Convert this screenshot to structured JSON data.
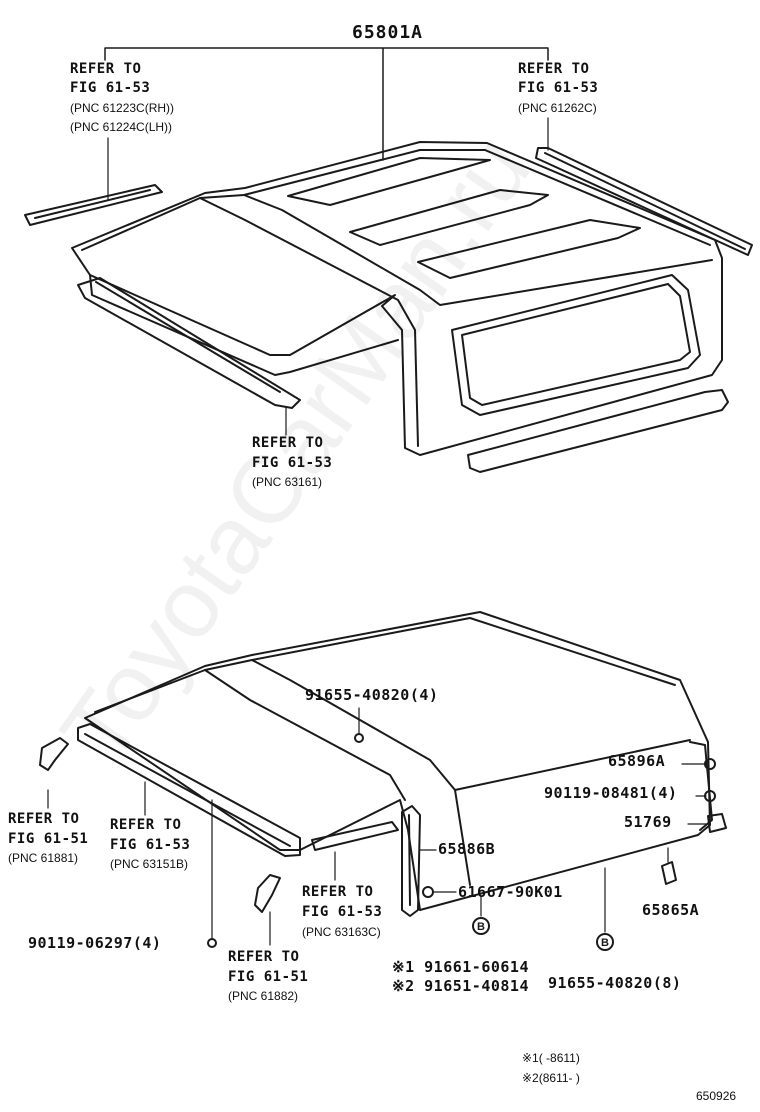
{
  "main_part": "65801A",
  "watermark": "ToyotaCarMan.ru",
  "refs_top": {
    "left": {
      "l1": "REFER TO",
      "l2": "FIG 61-53",
      "p1": "(PNC 61223C(RH))",
      "p2": "(PNC 61224C(LH))"
    },
    "right": {
      "l1": "REFER TO",
      "l2": "FIG 61-53",
      "p1": "(PNC 61262C)"
    },
    "bottom": {
      "l1": "REFER TO",
      "l2": "FIG 61-53",
      "p1": "(PNC 63161)"
    }
  },
  "refs_bottom": {
    "a": {
      "l1": "REFER TO",
      "l2": "FIG 61-51",
      "p1": "(PNC 61881)"
    },
    "b": {
      "l1": "REFER TO",
      "l2": "FIG 61-53",
      "p1": "(PNC 63151B)"
    },
    "c": {
      "l1": "REFER TO",
      "l2": "FIG 61-53",
      "p1": "(PNC 63163C)"
    },
    "d": {
      "l1": "REFER TO",
      "l2": "FIG 61-51",
      "p1": "(PNC 61882)"
    }
  },
  "parts": {
    "p1": "91655-40820(4)",
    "p2": "65896A",
    "p3": "90119-08481(4)",
    "p4": "51769",
    "p5": "65886B",
    "p6": "61667-90K01",
    "p7": "65865A",
    "p8": "90119-06297(4)",
    "p9": "※1 91661-60614",
    "p10": "※2 91651-40814",
    "p11": "91655-40820(8)"
  },
  "badge_letter": "B",
  "notes": {
    "n1": "※1(      -8611)",
    "n2": "※2(8611-      )"
  },
  "figure_code": "650926"
}
